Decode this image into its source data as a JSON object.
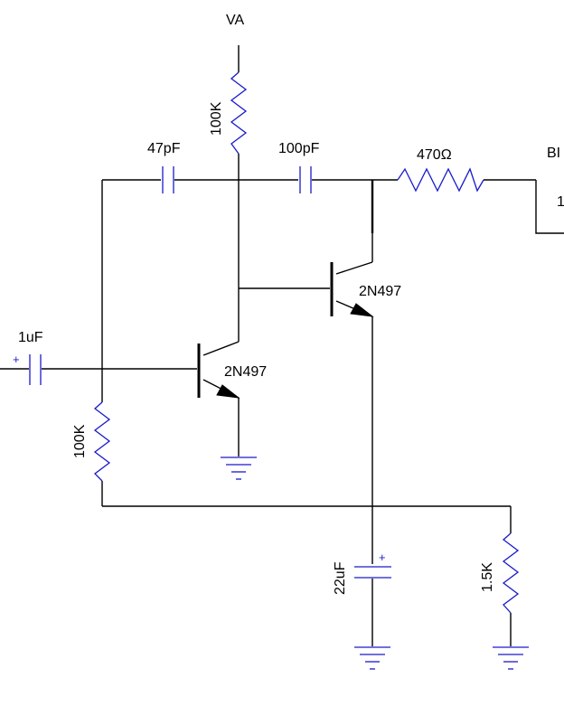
{
  "labels": {
    "supply": "VA",
    "r_collector": "100K",
    "c_feedback": "47pF",
    "c_coupling": "100pF",
    "r_series": "470Ω",
    "output_partial": "BI",
    "output_partial_2": "1",
    "c_input": "1uF",
    "q1": "2N497",
    "q2": "2N497",
    "r_bias": "100K",
    "c_bypass": "22uF",
    "r_emitter": "1.5K",
    "polarity_plus": "+"
  },
  "colors": {
    "wire": "#000000",
    "component": "#1a1acc"
  }
}
